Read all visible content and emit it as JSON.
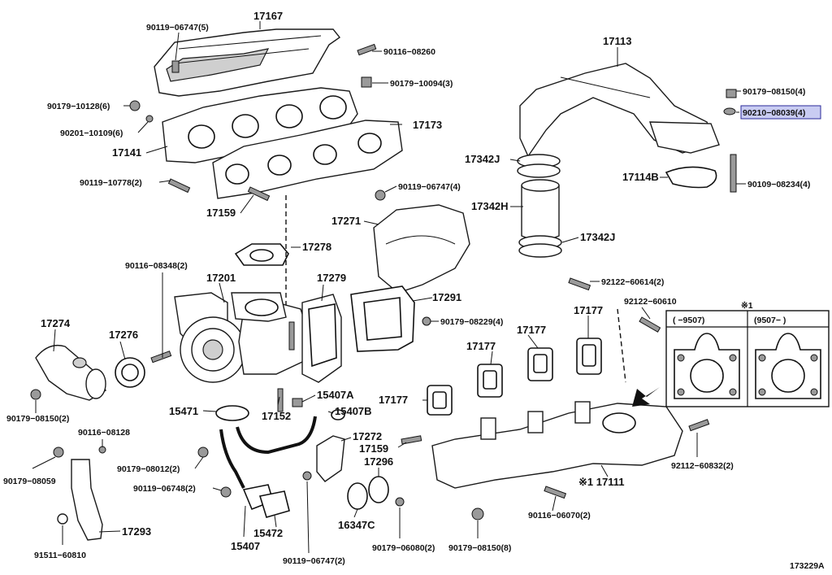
{
  "diagram_id": "173229A",
  "callouts": {
    "p17167": "17167",
    "p90119_06747_5": "90119−06747(5)",
    "p90116_08260": "90116−08260",
    "p90179_10094": "90179−10094(3)",
    "p90179_10128": "90179−10128(6)",
    "p90201_10109": "90201−10109(6)",
    "p17141": "17141",
    "p17173": "17173",
    "p90119_10778": "90119−10778(2)",
    "p17159a": "17159",
    "p17113": "17113",
    "p90179_08150_4": "90179−08150(4)",
    "p90210_08039": "90210−08039(4)",
    "p17342J_top": "17342J",
    "p17114B": "17114B",
    "p90109_08234": "90109−08234(4)",
    "p17342H": "17342H",
    "p17342J_bot": "17342J",
    "p90119_06747_4": "90119−06747(4)",
    "p17271": "17271",
    "p17278": "17278",
    "p90116_08348": "90116−08348(2)",
    "p17201": "17201",
    "p17279": "17279",
    "p17291": "17291",
    "p90179_08229": "90179−08229(4)",
    "p92122_60614": "92122−60614(2)",
    "p92122_60610": "92122−60610",
    "p17177_a": "17177",
    "p17177_b": "17177",
    "p17177_c": "17177",
    "p17177_d": "17177",
    "p17274": "17274",
    "p17276": "17276",
    "p15471": "15471",
    "p17152": "17152",
    "p15407A": "15407A",
    "p15407B": "15407B",
    "p90179_08150_2": "90179−08150(2)",
    "p90116_08128": "90116−08128",
    "p90179_08059": "90179−08059",
    "p90179_08012": "90179−08012(2)",
    "p90119_06748": "90119−06748(2)",
    "p17272": "17272",
    "p17159b": "17159",
    "p17296": "17296",
    "p16347C": "16347C",
    "p15407": "15407",
    "p15472": "15472",
    "p17293": "17293",
    "p91511_60810": "91511−60810",
    "p90119_06747_2": "90119−06747(2)",
    "p90179_06080": "90179−06080(2)",
    "p90179_08150_8": "90179−08150(8)",
    "p17111": "※1 17111",
    "p90116_06070": "90116−06070(2)",
    "p92112_60832": "92112−60832(2)"
  },
  "inset": {
    "mark": "※1",
    "col1": "(   −9507)",
    "col2": "(9507−   )"
  },
  "highlight": {
    "part": "90210−08039(4)",
    "color": "#c9ccf2"
  }
}
